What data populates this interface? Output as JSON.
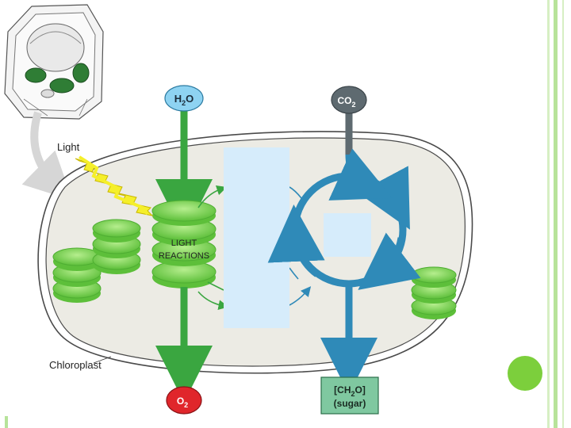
{
  "diagram": {
    "inputs": {
      "water": {
        "label": "H",
        "sub": "2",
        "tail": "O"
      },
      "carbon_dioxide": {
        "label": "CO",
        "sub": "2"
      }
    },
    "outputs": {
      "oxygen": {
        "label": "O",
        "sub": "2"
      },
      "sugar": {
        "line1_pre": "[CH",
        "line1_sub": "2",
        "line1_post": "O]",
        "line2": "(sugar)"
      }
    },
    "light_label": "Light",
    "light_reactions_label": [
      "LIGHT",
      "REACTIONS"
    ],
    "chloroplast_label": "Chloroplast"
  },
  "colors": {
    "membrane_fill": "#ecebe4",
    "green_arrow": "#3aa640",
    "blue_cycle": "#2f8ab8",
    "thylakoid": "#7fd35a",
    "thylakoid_dark": "#4fae33",
    "water_bubble": "#8ed3f2",
    "co2_bubble": "#5e6a70",
    "oxygen_bubble": "#e0262b",
    "sugar_box": "#7fc8a0",
    "lightning": "#f5ef2a",
    "blank_box": "#d6ecfb",
    "slide_accent": "#7ccf3c",
    "slide_border": "#b7e39a"
  },
  "icons": [
    "lightning-bolt-icon",
    "plant-cell-icon"
  ]
}
